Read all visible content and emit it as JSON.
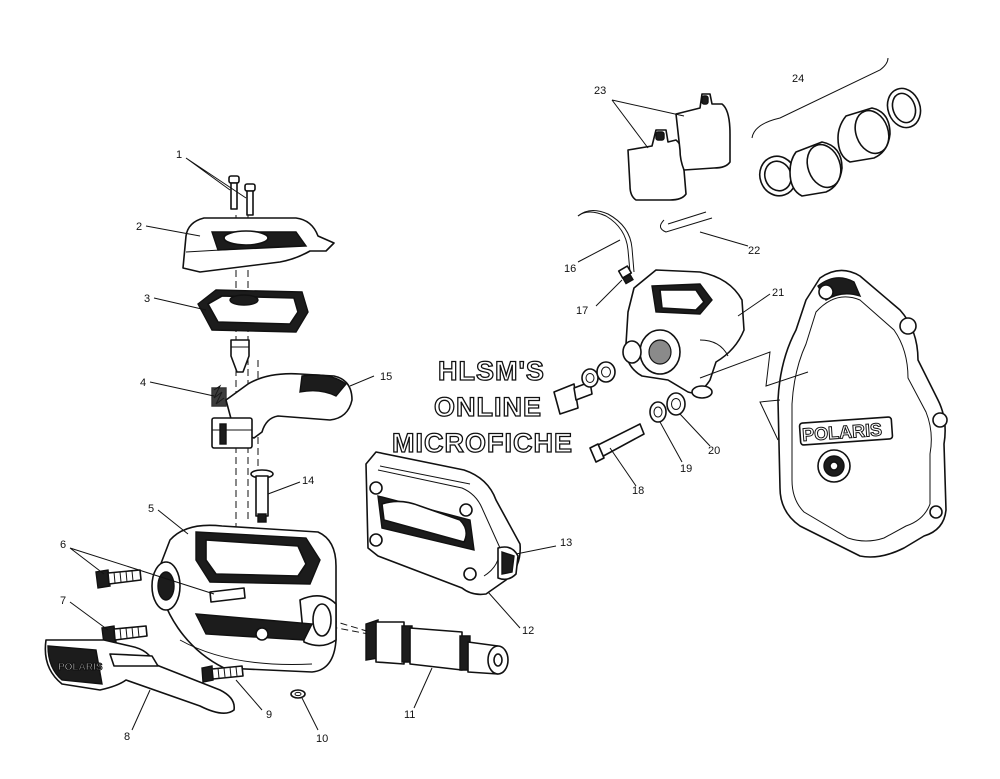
{
  "watermark": {
    "line1": "HLSM'S",
    "line2": "ONLINE",
    "line3": "MICROFICHE"
  },
  "brand_label": "POLARIS",
  "callouts": [
    {
      "id": "1",
      "label": "1"
    },
    {
      "id": "2",
      "label": "2"
    },
    {
      "id": "3",
      "label": "3"
    },
    {
      "id": "4",
      "label": "4"
    },
    {
      "id": "5",
      "label": "5"
    },
    {
      "id": "6",
      "label": "6"
    },
    {
      "id": "7",
      "label": "7"
    },
    {
      "id": "8",
      "label": "8"
    },
    {
      "id": "9",
      "label": "9"
    },
    {
      "id": "10",
      "label": "10"
    },
    {
      "id": "11",
      "label": "11"
    },
    {
      "id": "12",
      "label": "12"
    },
    {
      "id": "13",
      "label": "13"
    },
    {
      "id": "14",
      "label": "14"
    },
    {
      "id": "15",
      "label": "15"
    },
    {
      "id": "16",
      "label": "16"
    },
    {
      "id": "17",
      "label": "17"
    },
    {
      "id": "18",
      "label": "18"
    },
    {
      "id": "19",
      "label": "19"
    },
    {
      "id": "20",
      "label": "20"
    },
    {
      "id": "21",
      "label": "21"
    },
    {
      "id": "22",
      "label": "22"
    },
    {
      "id": "23",
      "label": "23"
    },
    {
      "id": "24",
      "label": "24"
    }
  ]
}
